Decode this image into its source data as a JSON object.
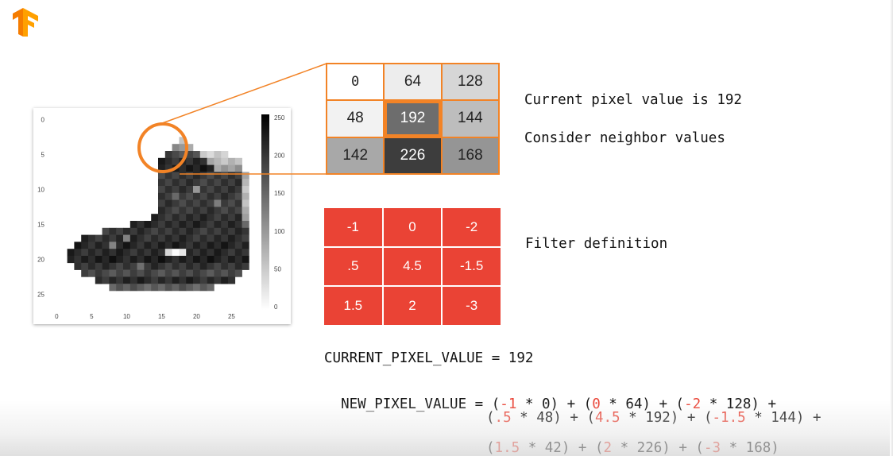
{
  "colors": {
    "accent_orange": "#f28326",
    "filter_red": "#ea4335",
    "text": "#111111"
  },
  "logo": {
    "icon": "tensorflow-logo-icon"
  },
  "chart": {
    "x_ticks": [
      "0",
      "5",
      "10",
      "15",
      "20",
      "25"
    ],
    "y_ticks": [
      "0",
      "5",
      "10",
      "15",
      "20",
      "25"
    ],
    "colorbar_ticks": [
      "250",
      "200",
      "150",
      "100",
      "50",
      "0"
    ]
  },
  "zoom": {
    "cells": [
      "0",
      "64",
      "128",
      "48",
      "192",
      "144",
      "142",
      "226",
      "168"
    ],
    "shades": [
      "#ffffff",
      "#ededed",
      "#d6d6d6",
      "#f2f2f2",
      "#6d6d6d",
      "#bdbdbd",
      "#a8a8a8",
      "#3d3d3d",
      "#959595"
    ]
  },
  "labels": {
    "current_pixel": "Current pixel value is 192",
    "consider": "Consider neighbor values",
    "filter_definition": "Filter definition"
  },
  "filter": {
    "cells": [
      "-1",
      "0",
      "-2",
      ".5",
      "4.5",
      "-1.5",
      "1.5",
      "2",
      "-3"
    ]
  },
  "formula": {
    "current_line": "CURRENT_PIXEL_VALUE = 192",
    "new_prefix": "NEW_PIXEL_VALUE = ",
    "line1": [
      [
        "(",
        ""
      ],
      [
        "-1",
        "r"
      ],
      [
        " * 0) + (",
        ""
      ],
      [
        "0",
        "r"
      ],
      [
        " * 64) + (",
        ""
      ],
      [
        "-2",
        "r"
      ],
      [
        " * 128) +",
        ""
      ]
    ],
    "line2": [
      [
        "(",
        ""
      ],
      [
        ".5",
        "r"
      ],
      [
        " * 48) + (",
        ""
      ],
      [
        "4.5",
        "r"
      ],
      [
        " * 192) + (",
        ""
      ],
      [
        "-1.5",
        "r"
      ],
      [
        " * 144) +",
        ""
      ]
    ],
    "line3": [
      [
        "(",
        ""
      ],
      [
        "1.5",
        "r"
      ],
      [
        " * 42) + (",
        ""
      ],
      [
        "2",
        "r"
      ],
      [
        " * 226) + (",
        ""
      ],
      [
        "-3",
        "r"
      ],
      [
        " * 168)",
        ""
      ]
    ]
  }
}
